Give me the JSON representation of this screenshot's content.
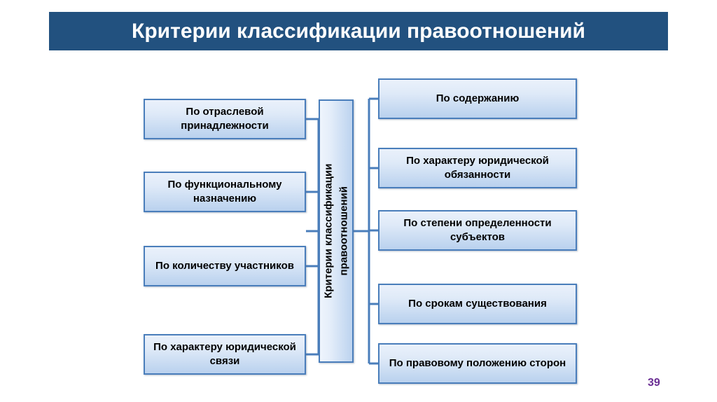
{
  "slide": {
    "page_number": "39",
    "background_color": "#ffffff"
  },
  "header": {
    "title": "Критерии классификации правоотношений",
    "bar_color": "#22517f",
    "text_color": "#ffffff"
  },
  "diagram": {
    "type": "tree",
    "center": {
      "label_line1": "Критерии классификации",
      "label_line2": "правоотношений",
      "orientation": "vertical-rotated"
    },
    "left_branches": [
      {
        "label": "По отраслевой принадлежности"
      },
      {
        "label": "По функциональному назначению"
      },
      {
        "label": "По количеству участников"
      },
      {
        "label": "По характеру юридической связи"
      }
    ],
    "right_branches": [
      {
        "label": "По содержанию"
      },
      {
        "label": "По характеру юридической обязанности"
      },
      {
        "label": "По степени определенности субъектов"
      },
      {
        "label": "По срокам существования"
      },
      {
        "label": "По правовому положению сторон"
      }
    ],
    "colors": {
      "box_border": "#4a7ebb",
      "box_fill_top": "#eaf1fb",
      "box_fill_bottom": "#b9d1ee",
      "connector": "#4a7ebb",
      "page_number": "#6b2f94"
    }
  }
}
